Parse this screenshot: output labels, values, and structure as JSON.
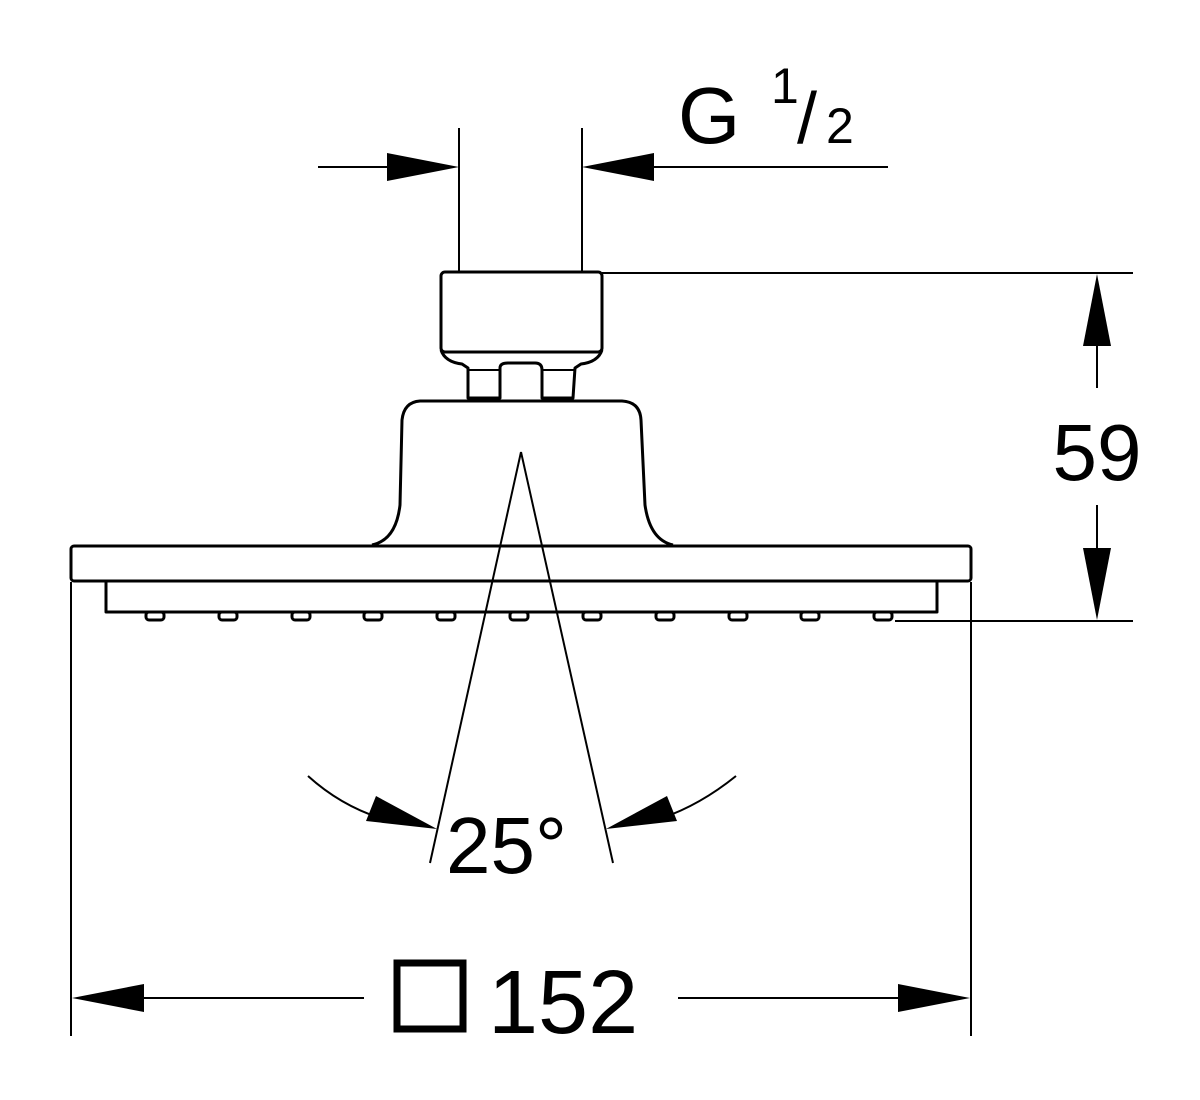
{
  "drawing": {
    "thread": {
      "letter": "G",
      "fraction_numerator": "1",
      "fraction_slash": "/",
      "fraction_denominator": "2"
    },
    "height_dimension": "59",
    "spray_angle": "25°",
    "width_dimension": "152",
    "width_symbol": "square"
  }
}
